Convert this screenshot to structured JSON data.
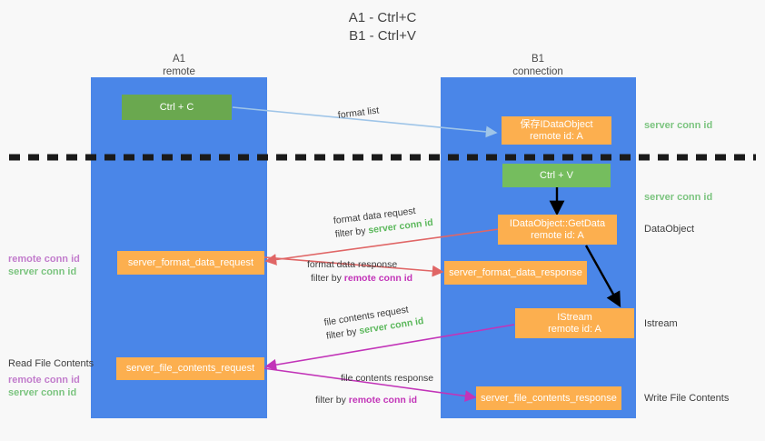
{
  "title": {
    "line1": "A1 - Ctrl+C",
    "line2": "B1 - Ctrl+V"
  },
  "lanes": [
    {
      "id": "a1",
      "name": "A1",
      "role": "remote"
    },
    {
      "id": "b1",
      "name": "B1",
      "role": "connection"
    }
  ],
  "nodes": {
    "ctrl_c": {
      "line1": "Ctrl + C",
      "line2": ""
    },
    "ctrl_v": {
      "line1": "Ctrl + V",
      "line2": ""
    },
    "data_object": {
      "line1": "保存IDataObject",
      "line2": "remote id: A"
    },
    "get_data": {
      "line1": "IDataObject::GetData",
      "line2": "remote id: A"
    },
    "istream": {
      "line1": "IStream",
      "line2": "remote id: A"
    },
    "fmt_req": {
      "line1": "server_format_data_request",
      "line2": ""
    },
    "fmt_resp": {
      "line1": "server_format_data_response",
      "line2": ""
    },
    "file_req": {
      "line1": "server_file_contents_request",
      "line2": ""
    },
    "file_resp": {
      "line1": "server_file_contents_response",
      "line2": ""
    }
  },
  "edges": {
    "format_list": {
      "line1": "format list",
      "line2": "",
      "filter": ""
    },
    "format_data_request": {
      "line1": "format data request",
      "filter_prefix": "filter by ",
      "filter": "server conn id"
    },
    "format_data_response": {
      "line1": "format data response",
      "filter_prefix": "filter by ",
      "filter": "remote conn id"
    },
    "file_contents_request": {
      "line1": "file contents request",
      "filter_prefix": "filter by ",
      "filter": "server conn id"
    },
    "file_contents_response": {
      "line1": "file contents response",
      "filter_prefix": "filter by ",
      "filter": "remote conn id"
    }
  },
  "right_notes": {
    "server_conn_id_1": "server conn id",
    "server_conn_id_2": "server conn id",
    "data_object": "DataObject",
    "istream": "Istream",
    "write_file_contents": "Write File Contents"
  },
  "left_notes": {
    "remote_conn_id_1": "remote conn id",
    "server_conn_id_1": "server conn id",
    "read_file_contents": "Read File Contents",
    "remote_conn_id_2": "remote conn id",
    "server_conn_id_2": "server conn id"
  },
  "colors": {
    "lane": "#4a86e8",
    "green_node": "#6aa84f",
    "orange_node": "#fcaf4f",
    "server_conn_id": "#5cb85c",
    "remote_conn_id": "#c234b8",
    "divider": "#1a1a1a",
    "arrow_light_blue": "#9fc5e8",
    "arrow_red": "#e06666",
    "arrow_magenta": "#c234b8",
    "arrow_black": "#000000",
    "background": "#f8f8f8"
  }
}
